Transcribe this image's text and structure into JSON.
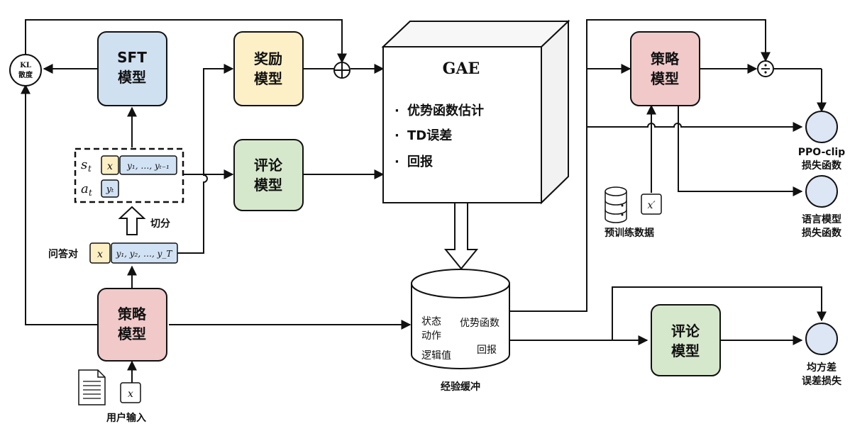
{
  "kl_node": {
    "line1": "KL",
    "line2": "散度"
  },
  "sft_model": {
    "line1": "SFT",
    "line2": "模型"
  },
  "reward_model": {
    "line1": "奖励",
    "line2": "模型"
  },
  "critic_model_top": {
    "line1": "评论",
    "line2": "模型"
  },
  "policy_model_bottom": {
    "line1": "策略",
    "line2": "模型"
  },
  "policy_model_right": {
    "line1": "策略",
    "line2": "模型"
  },
  "critic_model_right": {
    "line1": "评论",
    "line2": "模型"
  },
  "gae": {
    "title": "GAE",
    "items": [
      "优势函数估计",
      "TD误差",
      "回报"
    ],
    "bullet": "·"
  },
  "state_action": {
    "s_symbol": "s",
    "s_sub": "t",
    "x_cell": "x",
    "y_seq": "y₁, …, yₜ₋₁",
    "a_symbol": "a",
    "a_sub": "t",
    "y_cell": "yₜ"
  },
  "split_label": "切分",
  "qa_pair": {
    "label": "问答对",
    "x_cell": "x",
    "y_seq": "y₁, y₂, …, y_T"
  },
  "user_input": {
    "label": "用户输入",
    "x_cell": "x"
  },
  "buffer": {
    "label": "经验缓冲",
    "state": "状态",
    "action": "动作",
    "advantage": "优势函数",
    "logit": "逻辑值",
    "return": "回报"
  },
  "pretrain": {
    "label": "预训练数据",
    "x_cell": "x′"
  },
  "ppo_loss": {
    "line1": "PPO-clip",
    "line2": "损失函数"
  },
  "lm_loss": {
    "line1": "语言模型",
    "line2": "损失函数"
  },
  "mse_loss": {
    "line1": "均方差",
    "line2": "误差损失"
  },
  "colors": {
    "sft_blue": "#cfe0f1",
    "reward_yellow": "#fdf0c6",
    "critic_green": "#d6e8cc",
    "policy_pink": "#f1c9c9",
    "loss_node": "#dce6f5",
    "x_cell_yellow": "#fcefc4",
    "y_cell_blue": "#d1e2f4",
    "gae_face": "#ffffff"
  }
}
